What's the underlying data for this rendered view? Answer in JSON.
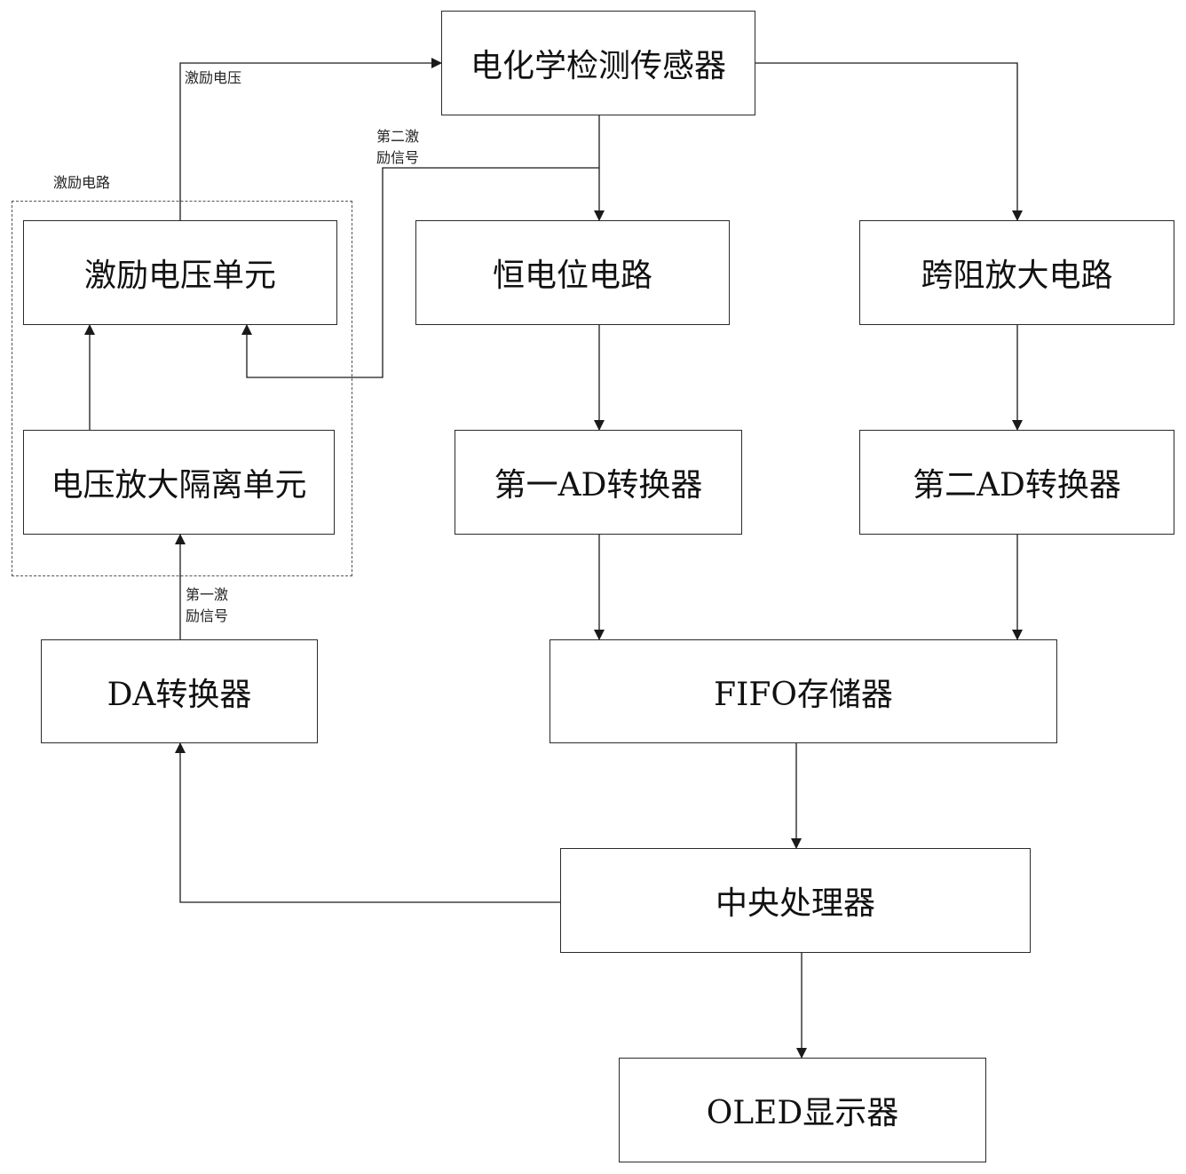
{
  "blocks": {
    "sensor": "电化学检测传感器",
    "excitation_voltage_unit": "激励电压单元",
    "potentiostat": "恒电位电路",
    "tia": "跨阻放大电路",
    "isolation_amp": "电压放大隔离单元",
    "adc1": "第一AD转换器",
    "adc2": "第二AD转换器",
    "dac": "DA转换器",
    "fifo": "FIFO存储器",
    "cpu": "中央处理器",
    "oled": "OLED显示器"
  },
  "labels": {
    "excitation_circuit": "激励电路",
    "excitation_voltage": "激励电压",
    "second_signal_line1": "第二激",
    "second_signal_line2": "励信号",
    "first_signal_line1": "第一激",
    "first_signal_line2": "励信号"
  },
  "colors": {
    "line": "#1a1a1a",
    "dashed_border": "#555555"
  }
}
